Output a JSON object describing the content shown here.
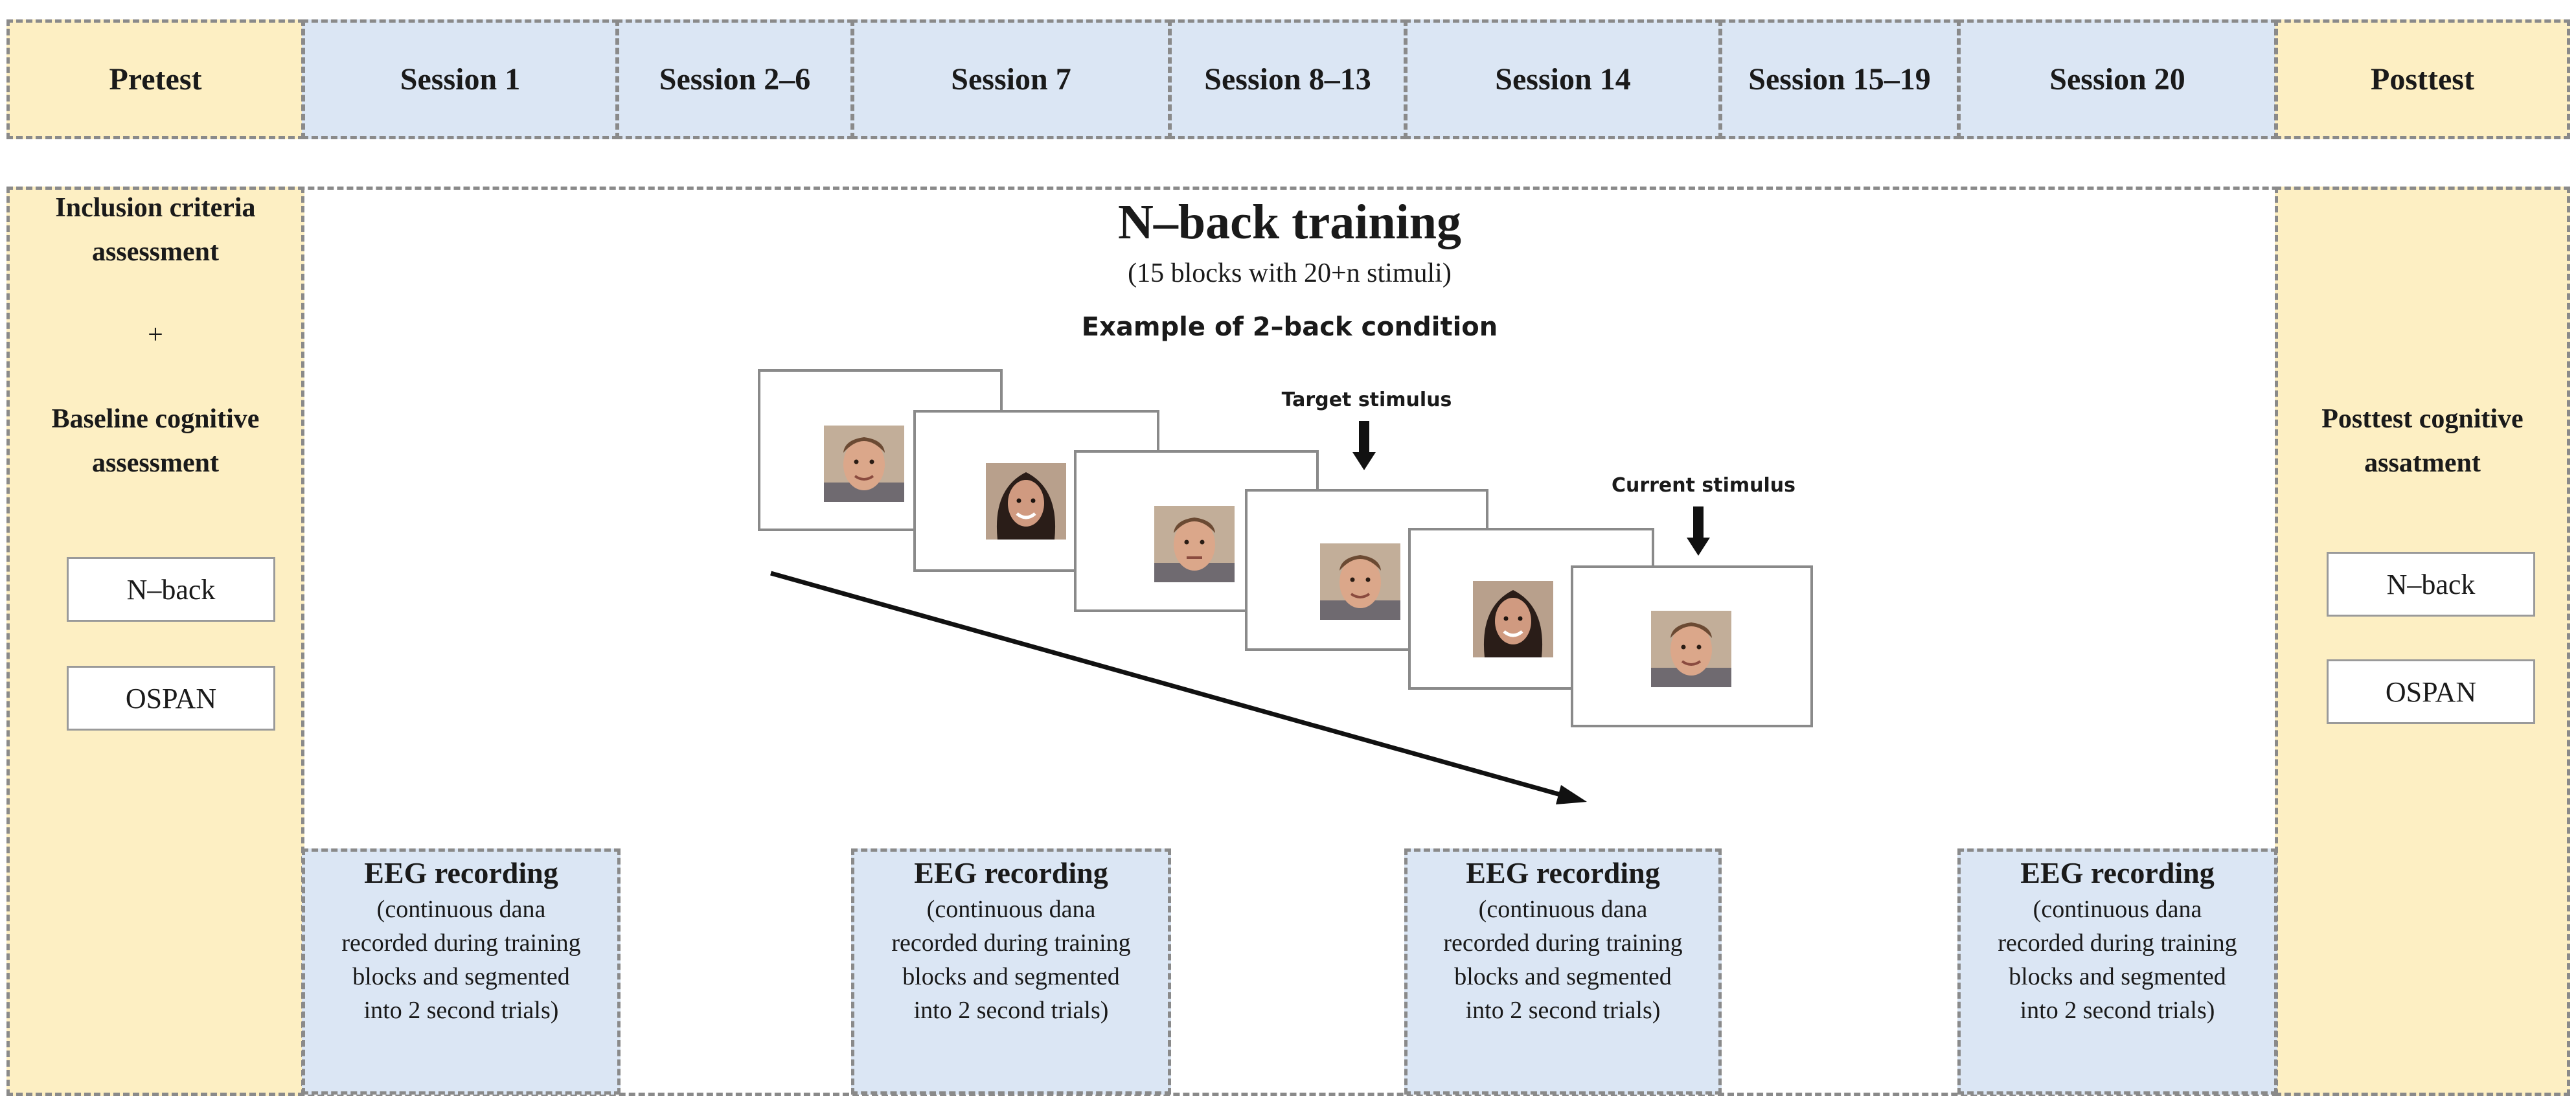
{
  "header": {
    "pretest": "Pretest",
    "posttest": "Posttest",
    "sessions": [
      "Session 1",
      "Session 2–6",
      "Session 7",
      "Session 8–13",
      "Session 14",
      "Session 15–19",
      "Session 20"
    ]
  },
  "left_panel": {
    "line1": "Inclusion criteria",
    "line2": "assessment",
    "plus": "+",
    "line3": "Baseline cognitive",
    "line4": "assessment",
    "test1": "N–back",
    "test2": "OSPAN"
  },
  "right_panel": {
    "line1": "Posttest cognitive",
    "line2": "assatment",
    "test1": "N–back",
    "test2": "OSPAN"
  },
  "training": {
    "title": "N–back training",
    "subtitle": "(15 blocks with 20+n stimuli)",
    "example": "Example of 2–back condition",
    "target_label": "Target stimulus",
    "current_label": "Current stimulus"
  },
  "eeg": {
    "title": "EEG recording",
    "desc_lines": [
      "(continuous dana",
      "recorded during training",
      "blocks and segmented",
      "into 2 second trials)"
    ]
  },
  "colors": {
    "yellow": "#fdefc3",
    "blue": "#dbe6f4",
    "border": "#8a8a8a"
  }
}
